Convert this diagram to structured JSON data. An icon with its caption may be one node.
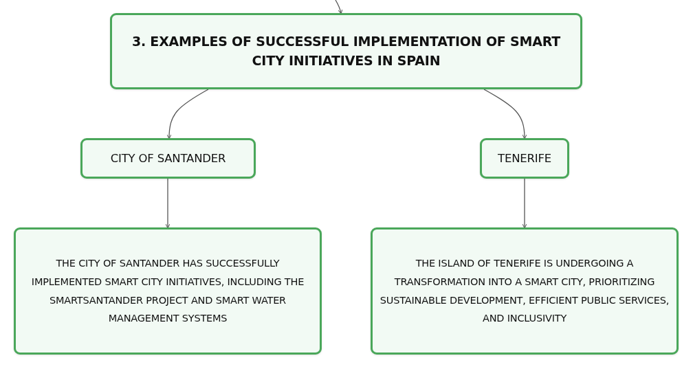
{
  "diagram": {
    "nodes": [
      {
        "text": [
          "3. EXAMPLES OF SUCCESSFUL IMPLEMENTATION OF SMART CITY INITIATIVES IN SPAIN"
        ]
      },
      {
        "text": [
          "CITY OF SANTANDER"
        ]
      },
      {
        "text": [
          "TENERIFE"
        ]
      },
      {
        "text": [
          "THE CITY OF SANTANDER HAS SUCCESSFULLY IMPLEMENTED SMART CITY INITIATIVES, INCLUDING THE SMARTSANTANDER PROJECT AND SMART WATER MANAGEMENT SYSTEMS"
        ]
      },
      {
        "text": [
          "THE ISLAND OF TENERIFE IS UNDERGOING A TRANSFORMATION INTO A SMART CITY, PRIORITIZING SUSTAINABLE DEVELOPMENT, EFFICIENT PUBLIC SERVICES, AND INCLUSIVITY"
        ]
      }
    ],
    "edges": [
      {
        "from": null,
        "to": 0,
        "arrow": "to"
      },
      {
        "from": 0,
        "to": 1,
        "arrow": "to"
      },
      {
        "from": 0,
        "to": 2,
        "arrow": "to"
      },
      {
        "from": 1,
        "to": 3,
        "arrow": "to"
      },
      {
        "from": 2,
        "to": 4,
        "arrow": "to"
      }
    ]
  }
}
